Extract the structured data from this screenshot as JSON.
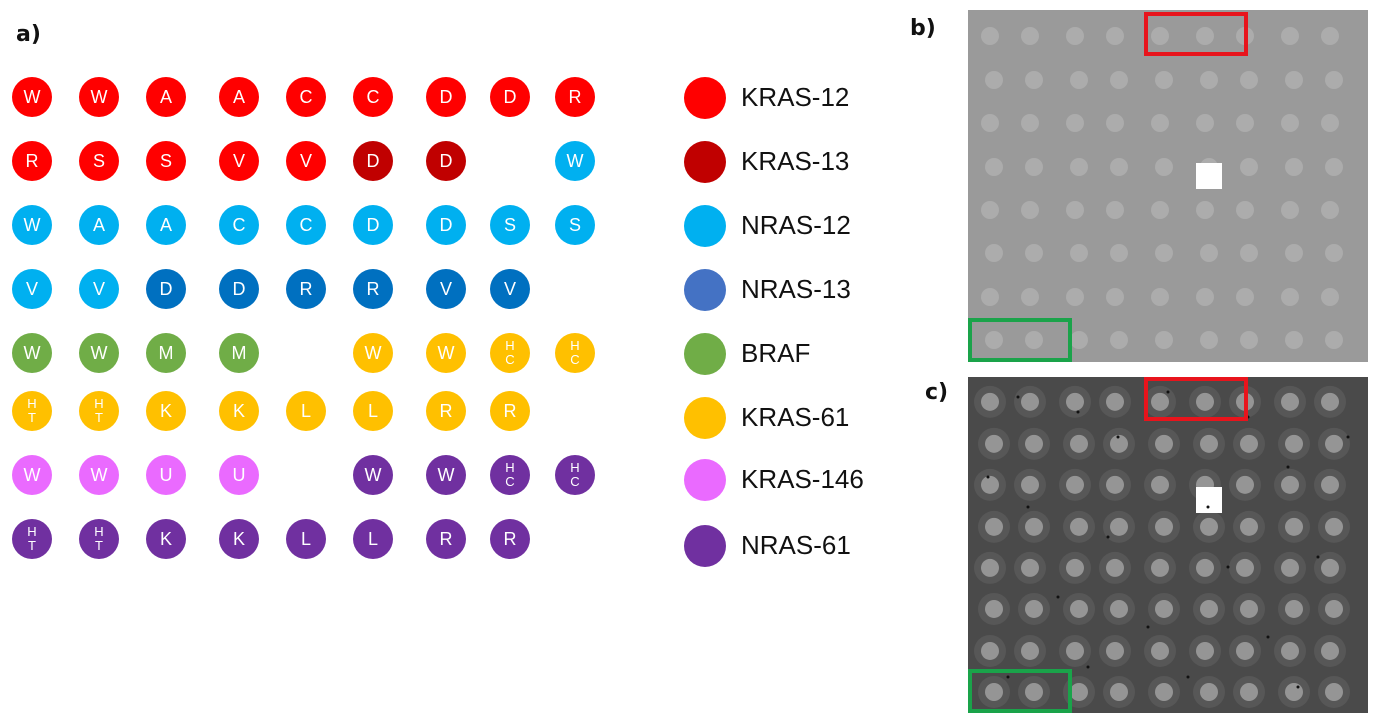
{
  "labels": {
    "a": "a)",
    "b": "b)",
    "c": "c)"
  },
  "colors": {
    "KRAS-12": "#ff0000",
    "KRAS-13": "#c00000",
    "NRAS-12": "#00b0f0",
    "NRAS-13": "#0070c0",
    "BRAF": "#70ad47",
    "KRAS-61": "#ffc000",
    "KRAS-146": "#ea6aff",
    "NRAS-61": "#7030a0"
  },
  "grid": {
    "rows": [
      [
        [
          "W",
          "KRAS-12"
        ],
        [
          "W",
          "KRAS-12"
        ],
        [
          "A",
          "KRAS-12"
        ],
        [
          "A",
          "KRAS-12"
        ],
        [
          "C",
          "KRAS-12"
        ],
        [
          "C",
          "KRAS-12"
        ],
        [
          "D",
          "KRAS-12"
        ],
        [
          "D",
          "KRAS-12"
        ],
        [
          "R",
          "KRAS-12"
        ]
      ],
      [
        [
          "R",
          "KRAS-12"
        ],
        [
          "S",
          "KRAS-12"
        ],
        [
          "S",
          "KRAS-12"
        ],
        [
          "V",
          "KRAS-12"
        ],
        [
          "V",
          "KRAS-12"
        ],
        [
          "D",
          "KRAS-13"
        ],
        [
          "D",
          "KRAS-13"
        ],
        null,
        [
          "W",
          "NRAS-12"
        ]
      ],
      [
        [
          "W",
          "NRAS-12"
        ],
        [
          "A",
          "NRAS-12"
        ],
        [
          "A",
          "NRAS-12"
        ],
        [
          "C",
          "NRAS-12"
        ],
        [
          "C",
          "NRAS-12"
        ],
        [
          "D",
          "NRAS-12"
        ],
        [
          "D",
          "NRAS-12"
        ],
        [
          "S",
          "NRAS-12"
        ],
        [
          "S",
          "NRAS-12"
        ]
      ],
      [
        [
          "V",
          "NRAS-12"
        ],
        [
          "V",
          "NRAS-12"
        ],
        [
          "D",
          "NRAS-13"
        ],
        [
          "D",
          "NRAS-13"
        ],
        [
          "R",
          "NRAS-13"
        ],
        [
          "R",
          "NRAS-13"
        ],
        [
          "V",
          "NRAS-13"
        ],
        [
          "V",
          "NRAS-13"
        ],
        null
      ],
      [
        [
          "W",
          "BRAF"
        ],
        [
          "W",
          "BRAF"
        ],
        [
          "M",
          "BRAF"
        ],
        [
          "M",
          "BRAF"
        ],
        null,
        [
          "W",
          "KRAS-61"
        ],
        [
          "W",
          "KRAS-61"
        ],
        [
          "HC",
          "KRAS-61"
        ],
        [
          "HC",
          "KRAS-61"
        ]
      ],
      [
        [
          "HT",
          "KRAS-61"
        ],
        [
          "HT",
          "KRAS-61"
        ],
        [
          "K",
          "KRAS-61"
        ],
        [
          "K",
          "KRAS-61"
        ],
        [
          "L",
          "KRAS-61"
        ],
        [
          "L",
          "KRAS-61"
        ],
        [
          "R",
          "KRAS-61"
        ],
        [
          "R",
          "KRAS-61"
        ],
        null
      ],
      [
        [
          "W",
          "KRAS-146"
        ],
        [
          "W",
          "KRAS-146"
        ],
        [
          "U",
          "KRAS-146"
        ],
        [
          "U",
          "KRAS-146"
        ],
        null,
        [
          "W",
          "NRAS-61"
        ],
        [
          "W",
          "NRAS-61"
        ],
        [
          "HC",
          "NRAS-61"
        ],
        [
          "HC",
          "NRAS-61"
        ]
      ],
      [
        [
          "HT",
          "NRAS-61"
        ],
        [
          "HT",
          "NRAS-61"
        ],
        [
          "K",
          "NRAS-61"
        ],
        [
          "K",
          "NRAS-61"
        ],
        [
          "L",
          "NRAS-61"
        ],
        [
          "L",
          "NRAS-61"
        ],
        [
          "R",
          "NRAS-61"
        ],
        [
          "R",
          "NRAS-61"
        ],
        null
      ]
    ]
  },
  "legend": [
    {
      "label": "KRAS-12",
      "color": "#ff0000"
    },
    {
      "label": "KRAS-13",
      "color": "#c00000"
    },
    {
      "label": "NRAS-12",
      "color": "#00b0f0"
    },
    {
      "label": "NRAS-13",
      "color": "#4472c4"
    },
    {
      "label": "BRAF",
      "color": "#70ad47"
    },
    {
      "label": "KRAS-61",
      "color": "#ffc000"
    },
    {
      "label": "KRAS-146",
      "color": "#ea6aff"
    },
    {
      "label": "NRAS-61",
      "color": "#7030a0"
    }
  ],
  "image_b": {
    "background": "#9a9a9a",
    "spot": "#b4b4b4",
    "box_top": "#e8141c",
    "box_bottom": "#1aa34a"
  },
  "image_c": {
    "background": "#4a4a4a",
    "spot": "#9c9c9c",
    "box_top": "#e8141c",
    "box_bottom": "#1aa34a"
  }
}
